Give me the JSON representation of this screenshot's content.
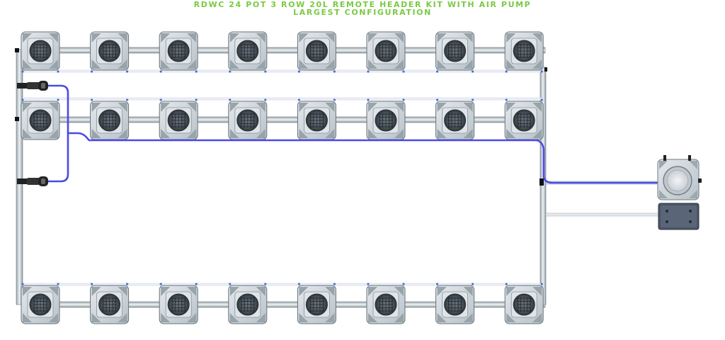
{
  "header": {
    "title_line1": "RDWC 24 POT 3 ROW 20L REMOTE HEADER KIT WITH AIR PUMP",
    "title_line2": "LARGEST CONFIGURATION"
  },
  "layout_info": {
    "rows": 3,
    "pots_per_row": 8,
    "pot_count": 24,
    "airline_color": "#4a4ae6",
    "pipe_color": "#cfd8dc",
    "pot_color": "#cfd5dc",
    "title_color": "#7ac943"
  }
}
